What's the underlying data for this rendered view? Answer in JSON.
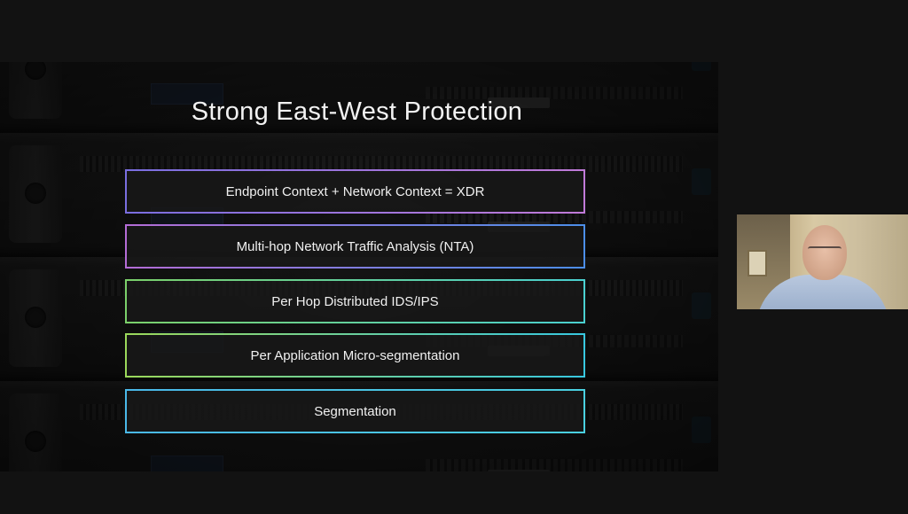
{
  "slide": {
    "title": "Strong East-West Protection",
    "layers": [
      {
        "label": "Endpoint Context + Network Context = XDR"
      },
      {
        "label": "Multi-hop Network Traffic Analysis (NTA)"
      },
      {
        "label": "Per Hop Distributed IDS/IPS"
      },
      {
        "label": "Per Application Micro-segmentation"
      },
      {
        "label": "Segmentation"
      }
    ]
  },
  "webcam": {
    "description_icon": "presenter-video-icon"
  }
}
